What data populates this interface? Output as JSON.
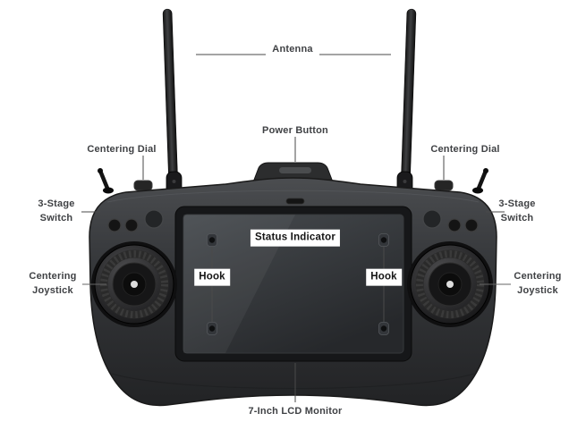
{
  "labels": {
    "antenna": "Antenna",
    "power_button": "Power Button",
    "centering_dial": "Centering Dial",
    "three_stage_switch_line1": "3-Stage",
    "three_stage_switch_line2": "Switch",
    "status_indicator": "Status Indicator",
    "hook": "Hook",
    "centering_joystick_line1": "Centering",
    "centering_joystick_line2": "Joystick",
    "lcd_monitor": "7-Inch LCD Monitor"
  },
  "colors": {
    "background": "#ffffff",
    "body_dark": "#2f3133",
    "screen": "#34383b",
    "label_text": "#3f4144",
    "emphasis_text": "#141414",
    "callout_line": "#4a4a4a"
  }
}
